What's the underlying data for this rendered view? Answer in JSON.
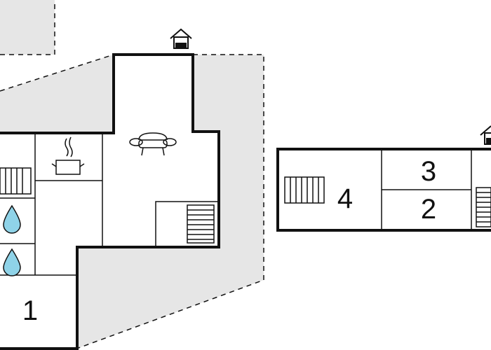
{
  "floorplan": {
    "rooms": [
      {
        "id": "bedroom-1",
        "label": "1"
      },
      {
        "id": "bedroom-2",
        "label": "2"
      },
      {
        "id": "bedroom-3",
        "label": "3"
      },
      {
        "id": "bedroom-4",
        "label": "4"
      }
    ],
    "icons": [
      "entrance-icon",
      "sofa-icon",
      "cooking-pot-icon",
      "radiator-icon",
      "water-drop-icon",
      "stairs-icon"
    ],
    "colors": {
      "wall": "#111111",
      "terrace": "#e6e6e6",
      "water": "#8fd3e8",
      "background": "#ffffff"
    }
  }
}
